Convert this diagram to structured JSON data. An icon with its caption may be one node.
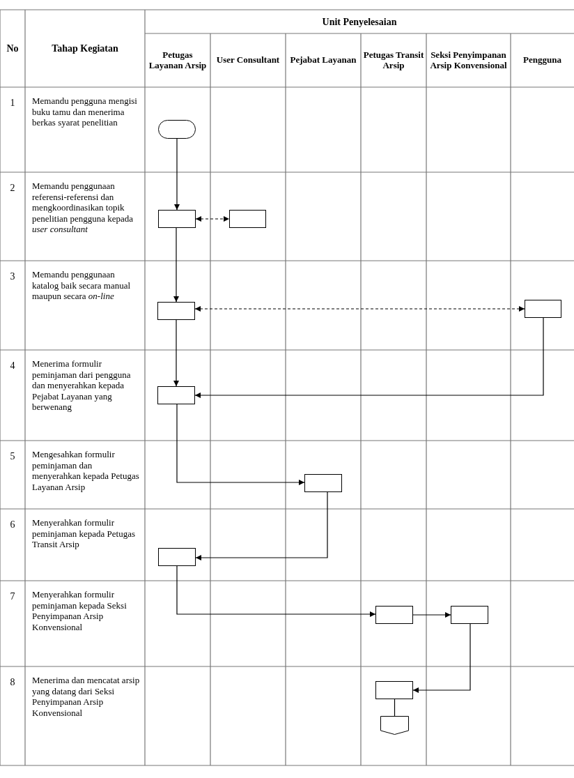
{
  "diagram": {
    "nodes": [
      {
        "text": [],
        "shape": "pill"
      },
      {
        "text": [],
        "shape": "box"
      },
      {
        "text": [],
        "shape": "box"
      },
      {
        "text": [],
        "shape": "box"
      },
      {
        "text": [],
        "shape": "box"
      },
      {
        "text": [],
        "shape": "box"
      },
      {
        "text": [],
        "shape": "box"
      },
      {
        "text": [],
        "shape": "box"
      },
      {
        "text": [],
        "shape": "box"
      },
      {
        "text": [],
        "shape": "box"
      },
      {
        "text": [],
        "shape": "box"
      },
      {
        "text": [],
        "shape": "pentagon"
      }
    ],
    "edges": [
      {
        "from": 0,
        "to": 1,
        "arrow": "to"
      },
      {
        "from": 1,
        "to": 2,
        "arrow": "both",
        "style": "dashed"
      },
      {
        "from": 1,
        "to": 3,
        "arrow": "to"
      },
      {
        "from": 3,
        "to": 4,
        "arrow": "both",
        "style": "dashed"
      },
      {
        "from": 3,
        "to": 5,
        "arrow": "to"
      },
      {
        "from": 4,
        "to": 5,
        "arrow": "to"
      },
      {
        "from": 5,
        "to": 6,
        "arrow": "to"
      },
      {
        "from": 6,
        "to": 7,
        "arrow": "to"
      },
      {
        "from": 7,
        "to": 8,
        "arrow": "to"
      },
      {
        "from": 8,
        "to": 9,
        "arrow": "to"
      },
      {
        "from": 9,
        "to": 10,
        "arrow": "to"
      },
      {
        "from": 10,
        "to": 11,
        "arrow": "none"
      }
    ],
    "labels": [
      "No",
      "Tahap Kegiatan",
      "Unit Penyelesaian",
      "Petugas Layanan Arsip",
      "User Consultant",
      "Pejabat Layanan",
      "Petugas Transit Arsip",
      "Seksi Penyimpanan Arsip Konvensional",
      "Pengguna",
      "1",
      "Memandu pengguna mengisi buku tamu dan menerima berkas syarat penelitian",
      "2",
      "Memandu penggunaan referensi-referensi dan mengkoordinasikan topik penelitian pengguna kepada *user consultant*",
      "3",
      "Memandu penggunaan katalog baik secara manual maupun secara *on-line*",
      "4",
      "Menerima formulir peminjaman dari pengguna dan menyerahkan kepada Pejabat Layanan yang berwenang",
      "5",
      "Mengesahkan formulir peminjaman dan menyerahkan kepada Petugas Layanan Arsip",
      "6",
      "Menyerahkan formulir peminjaman kepada Petugas Transit Arsip",
      "7",
      "Menyerahkan formulir peminjaman kepada Seksi Penyimpanan Arsip Konvensional",
      "8",
      "Menerima dan mencatat arsip yang datang dari Seksi Penyimpanan Arsip Konvensional"
    ]
  }
}
